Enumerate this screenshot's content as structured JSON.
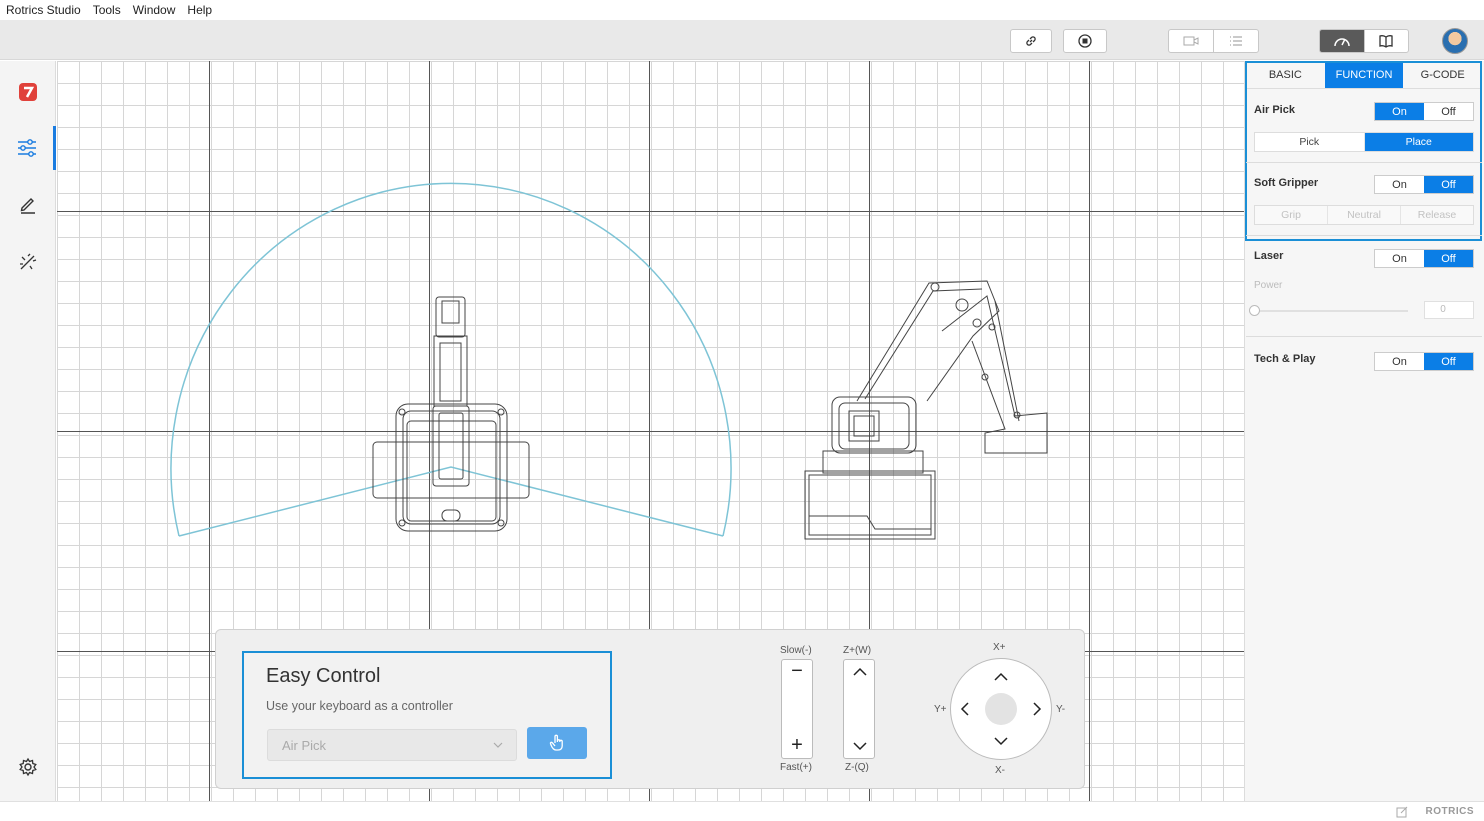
{
  "menubar": {
    "items": [
      "Rotrics Studio",
      "Tools",
      "Window",
      "Help"
    ]
  },
  "toolbar": {
    "buttons": [
      "link-icon",
      "stop-record-icon",
      "video-icon",
      "list-icon",
      "speedometer-icon",
      "book-icon"
    ]
  },
  "sidebar": {
    "items": [
      "logo-icon",
      "sliders-icon",
      "pencil-icon",
      "laser-icon",
      "gear-icon"
    ],
    "active": "sliders-icon"
  },
  "easy_control": {
    "title": "Easy Control",
    "subtitle": "Use your keyboard as a controller",
    "mode_value": "Air Pick",
    "slow_label": "Slow(-)",
    "fast_label": "Fast(+)",
    "minus_symbol": "−",
    "plus_symbol": "+",
    "z_up_label": "Z+(W)",
    "z_down_label": "Z-(Q)",
    "x_plus": "X+",
    "x_minus": "X-",
    "y_plus": "Y+",
    "y_minus": "Y-"
  },
  "right_panel": {
    "tabs": [
      "BASIC",
      "FUNCTION",
      "G-CODE"
    ],
    "active_tab": "FUNCTION",
    "air_pick": {
      "label": "Air Pick",
      "on": "On",
      "off": "Off",
      "state": "On",
      "pick": "Pick",
      "place": "Place",
      "selected": "Place"
    },
    "soft_gripper": {
      "label": "Soft Gripper",
      "on": "On",
      "off": "Off",
      "state": "Off",
      "grip": "Grip",
      "neutral": "Neutral",
      "release": "Release"
    },
    "laser": {
      "label": "Laser",
      "on": "On",
      "off": "Off",
      "state": "Off",
      "power_label": "Power",
      "power_value": "0"
    },
    "tech_play": {
      "label": "Tech & Play",
      "on": "On",
      "off": "Off",
      "state": "Off"
    }
  },
  "status": {
    "brand": "ROTRICS"
  },
  "colors": {
    "accent": "#0b7ee6",
    "highlight_outline": "#1a8fd6",
    "workspace_arc": "#7ec4d6",
    "logo": "#e0413a"
  }
}
